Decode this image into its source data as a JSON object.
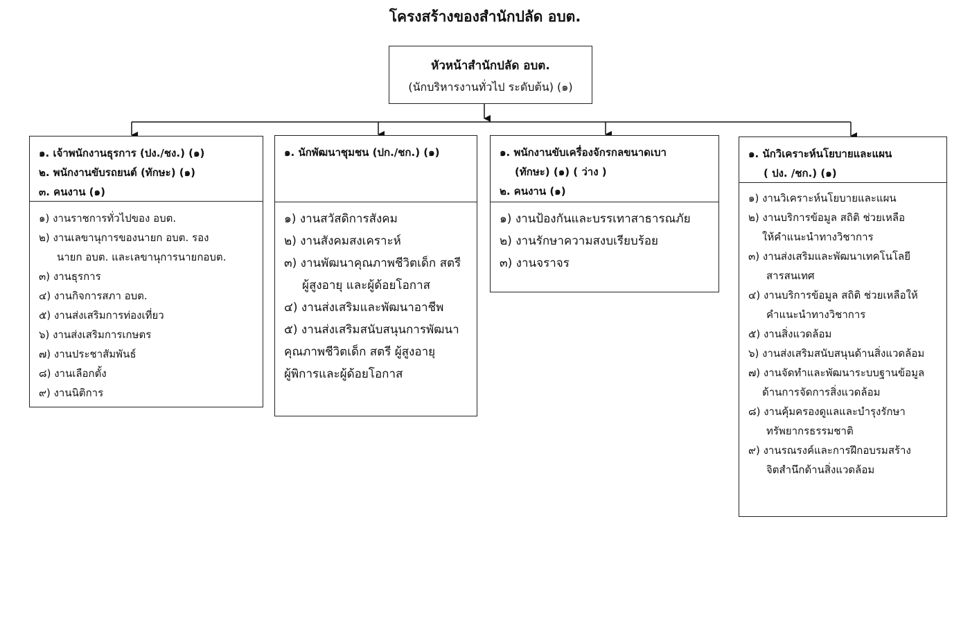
{
  "title": "โครงสร้างของสำนักปลัด อบต.",
  "head": {
    "line1": "หัวหน้าสำนักปลัด อบต.",
    "line2": "(นักบริหารงานทั่วไป ระดับต้น) (๑)"
  },
  "columns": [
    {
      "header": [
        "๑. เจ้าพนักงานธุรการ (ปง./ชง.) (๑)",
        "๒. พนักงานขับรถยนต์ (ทักษะ) (๑)",
        "๓. คนงาน (๑)"
      ],
      "items": [
        "๑) งานราชการทั่วไปของ อบต.",
        "๒) งานเลขานุการของนายก อบต. รอง",
        "นายก อบต. และเลขานุการนายกอบต.",
        "๓) งานธุรการ",
        "๔) งานกิจการสภา อบต.",
        "๕) งานส่งเสริมการท่องเที่ยว",
        "๖) งานส่งเสริมการเกษตร",
        "๗) งานประชาสัมพันธ์",
        "๘) งานเลือกตั้ง",
        "๙) งานนิติการ"
      ]
    },
    {
      "header": [
        "๑. นักพัฒนาชุมชน (ปก./ชก.) (๑)"
      ],
      "items": [
        "๑) งานสวัสดิการสังคม",
        "๒) งานสังคมสงเคราะห์",
        "๓) งานพัฒนาคุณภาพชีวิตเด็ก สตรี",
        "ผู้สูงอายุ และผู้ด้อยโอกาส",
        "๔) งานส่งเสริมและพัฒนาอาชีพ",
        "๕) งานส่งเสริมสนับสนุนการพัฒนา",
        "คุณภาพชีวิตเด็ก สตรี ผู้สูงอายุ",
        "ผู้พิการและผู้ด้อยโอกาส"
      ]
    },
    {
      "header": [
        "๑. พนักงานขับเครื่องจักรกลขนาดเบา",
        "(ทักษะ) (๑) ( ว่าง )",
        "๒. คนงาน (๑)"
      ],
      "items": [
        "๑) งานป้องกันและบรรเทาสาธารณภัย",
        "๒) งานรักษาความสงบเรียบร้อย",
        "๓) งานจราจร"
      ]
    },
    {
      "header": [
        "๑. นักวิเคราะห์นโยบายและแผน",
        "( ปง. /ชก.) (๑)"
      ],
      "items": [
        "๑) งานวิเคราะห์นโยบายและแผน",
        "๒) งานบริการข้อมูล สถิติ ช่วยเหลือ",
        "ให้คำแนะนำทางวิชาการ",
        "๓) งานส่งเสริมและพัฒนาเทคโนโลยี",
        "สารสนเทศ",
        "๔) งานบริการข้อมูล สถิติ ช่วยเหลือให้",
        "คำแนะนำทางวิชาการ",
        "๕) งานสิ่งแวดล้อม",
        "๖) งานส่งเสริมสนับสนุนด้านสิ่งแวดล้อม",
        "๗) งานจัดทำและพัฒนาระบบฐานข้อมูล",
        "ด้านการจัดการสิ่งแวดล้อม",
        "๘) งานคุ้มครองดูแลและบำรุงรักษา",
        "ทรัพยากรธรรมชาติ",
        "๙) งานรณรงค์และการฝึกอบรมสร้าง",
        "จิตสำนึกด้านสิ่งแวดล้อม"
      ]
    }
  ]
}
